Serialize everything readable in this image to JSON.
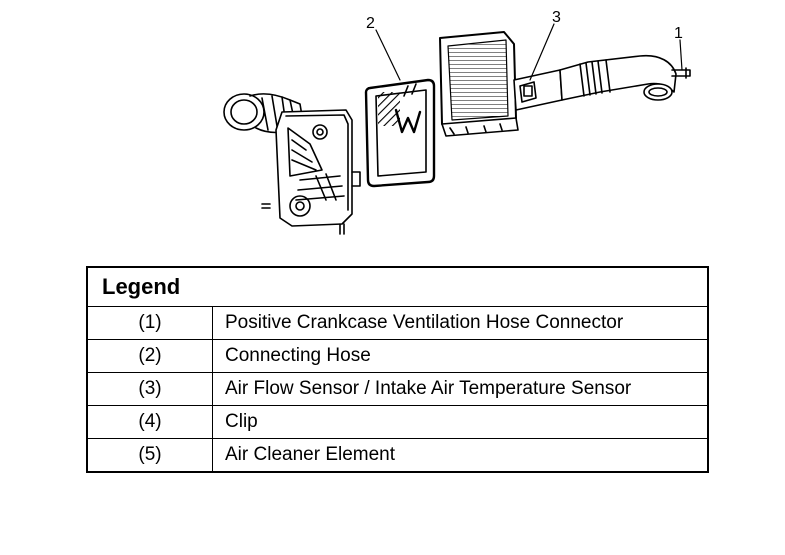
{
  "diagram": {
    "callouts": [
      "1",
      "2",
      "3"
    ]
  },
  "legend": {
    "title": "Legend",
    "rows": [
      {
        "num": "(1)",
        "text": "Positive Crankcase Ventilation Hose Connector"
      },
      {
        "num": "(2)",
        "text": "Connecting Hose"
      },
      {
        "num": "(3)",
        "text": "Air Flow Sensor / Intake Air Temperature Sensor"
      },
      {
        "num": "(4)",
        "text": "Clip"
      },
      {
        "num": "(5)",
        "text": "Air Cleaner Element"
      }
    ]
  }
}
